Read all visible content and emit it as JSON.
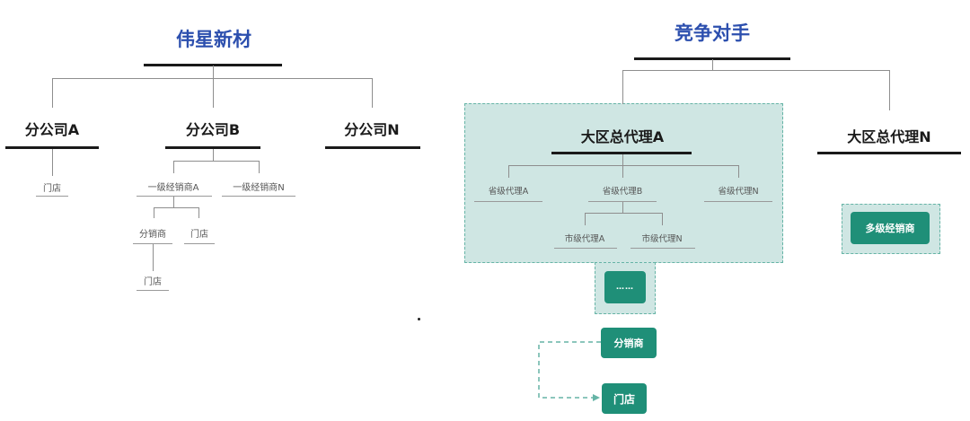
{
  "left_org": {
    "title": "伟星新材",
    "branches": [
      "分公司A",
      "分公司B",
      "分公司N"
    ],
    "branch_a_child": "门店",
    "branch_b_children": [
      "一级经销商A",
      "一级经销商N"
    ],
    "dealer_a_children": [
      "分销商",
      "门店"
    ],
    "distributor_child": "门店"
  },
  "right_org": {
    "title": "竞争对手",
    "regions": [
      "大区总代理A",
      "大区总代理N"
    ],
    "provincial": [
      "省级代理A",
      "省级代理B",
      "省级代理N"
    ],
    "city": [
      "市级代理A",
      "市级代理N"
    ],
    "ellipsis": "……",
    "multi_dealer": "多级经销商",
    "distributor": "分销商",
    "store": "门店"
  },
  "colors": {
    "title_blue": "#2c4fae",
    "teal_box": "#cfe6e3",
    "teal_pill": "#1f8f78"
  }
}
